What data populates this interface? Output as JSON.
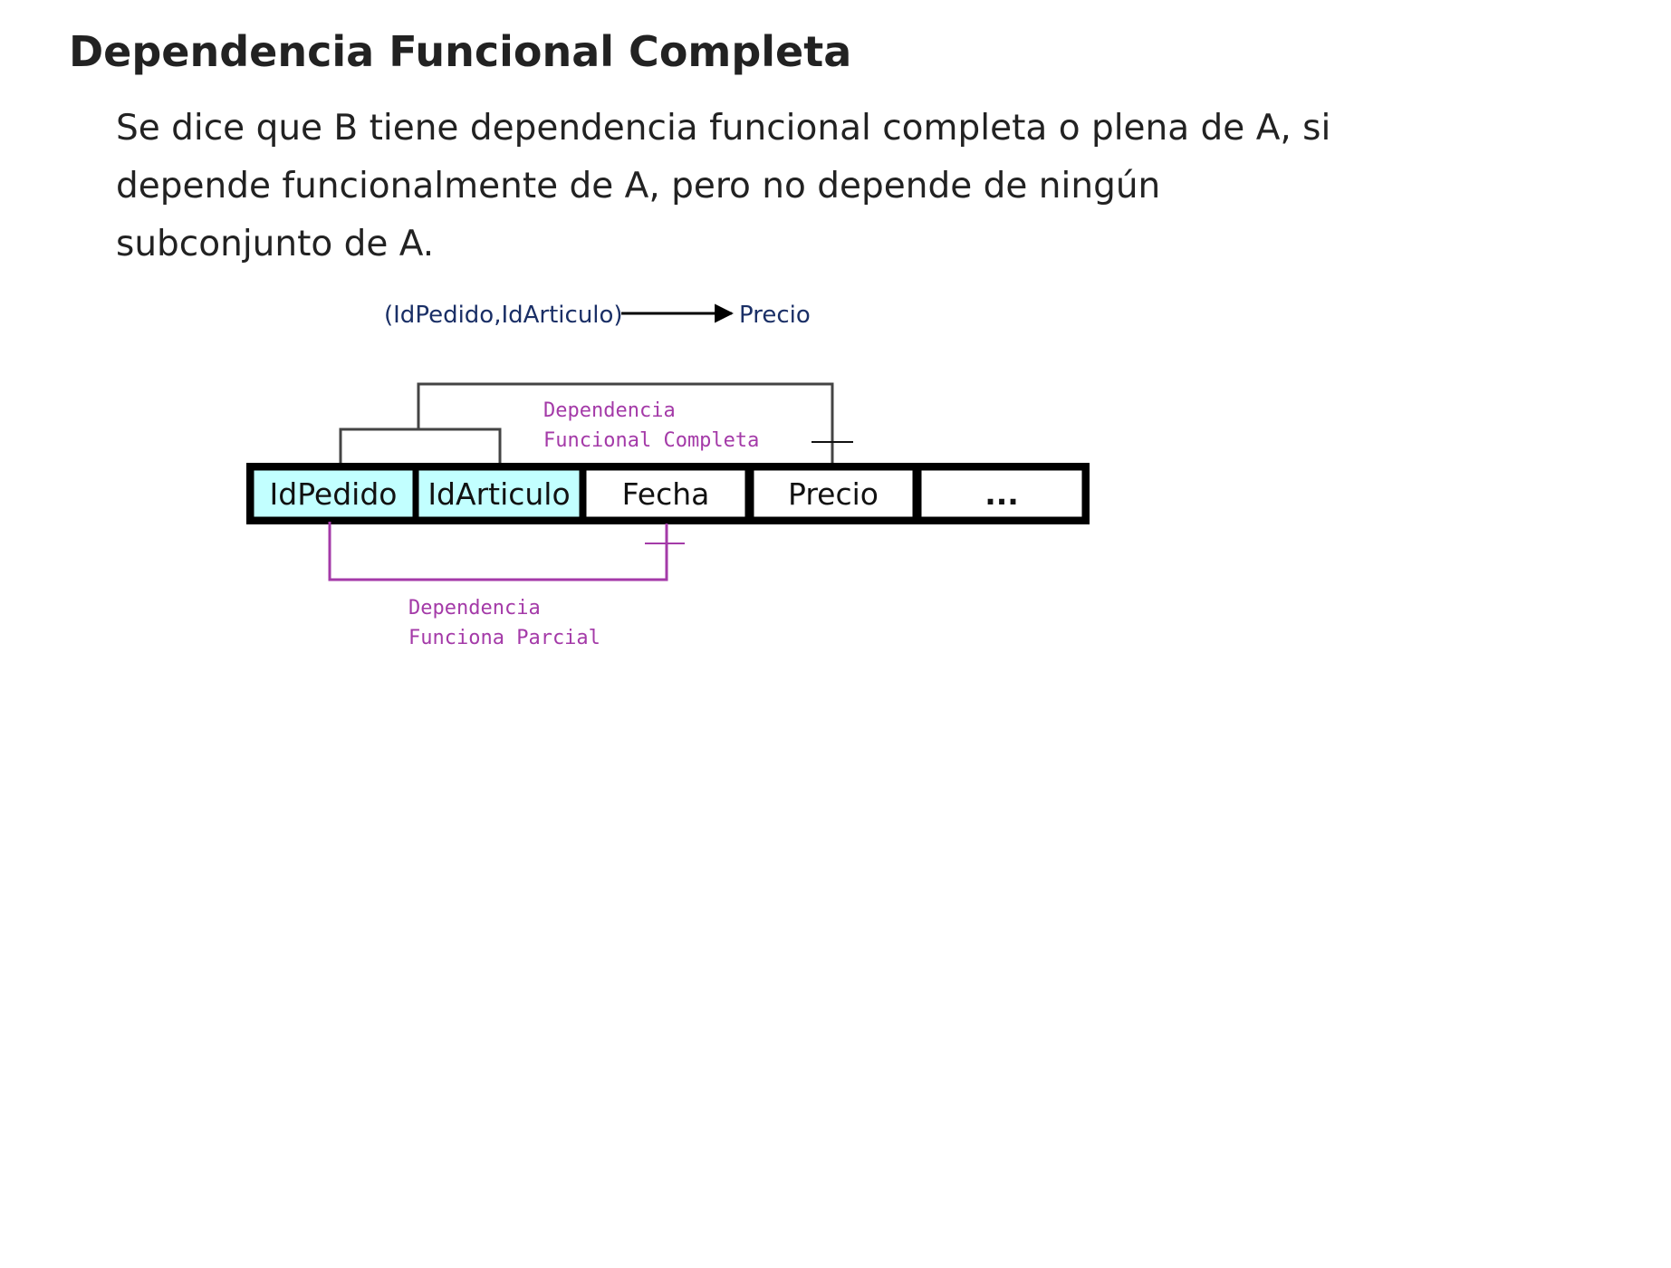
{
  "slide": {
    "title": "Dependencia Funcional Completa",
    "body_lines": [
      "Se dice que B tiene dependencia funcional completa o plena de A, si",
      "depende funcionalmente de A, pero no depende de ningún",
      "subconjunto de A."
    ]
  },
  "diagram": {
    "dependency": {
      "left": "(IdPedido,IdArticulo)",
      "right": "Precio"
    },
    "cells": [
      {
        "label": "IdPedido",
        "key": true
      },
      {
        "label": "IdArticulo",
        "key": true
      },
      {
        "label": "Fecha",
        "key": false
      },
      {
        "label": "Precio",
        "key": false
      },
      {
        "label": "...",
        "key": false
      }
    ],
    "full_dependency_label": [
      "Dependencia",
      "Funcional Completa"
    ],
    "partial_dependency_label": [
      "Dependencia",
      "Funciona Parcial"
    ],
    "colors": {
      "key_cell": "#c2ffff",
      "cell_border": "#000000",
      "dependency_text": "#1a2f66",
      "annotation": "#a43aa8",
      "full_bracket": "#333333"
    }
  }
}
